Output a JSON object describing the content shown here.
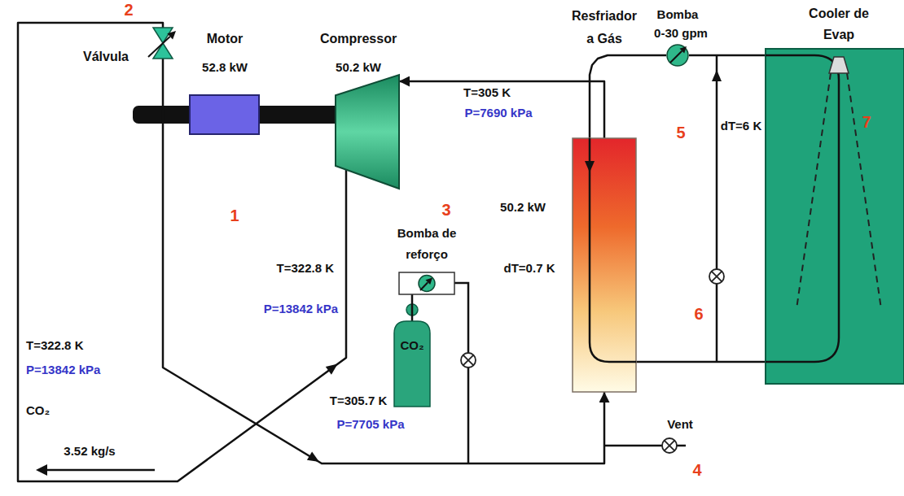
{
  "diagram": {
    "nodes": [
      {
        "text": [
          "Válvula"
        ]
      },
      {
        "text": [
          "Motor",
          "52.8 kW"
        ]
      },
      {
        "text": [
          "Compressor",
          "50.2 kW"
        ]
      },
      {
        "text": [
          "Resfriador a Gás"
        ]
      },
      {
        "text": [
          "Bomba",
          "0-30 gpm"
        ]
      },
      {
        "text": [
          "Cooler de Evap"
        ]
      },
      {
        "text": [
          "Bomba de reforço"
        ]
      },
      {
        "text": [
          "CO₂"
        ]
      }
    ],
    "edges": [
      {
        "from": 1,
        "to": 2,
        "arrow": "none"
      },
      {
        "from": 3,
        "to": 2,
        "arrow": "to"
      },
      {
        "from": 2,
        "to": 0,
        "arrow": "none"
      },
      {
        "from": 0,
        "to": 3,
        "arrow": "to"
      },
      {
        "from": 3,
        "to": 4,
        "arrow": "none"
      },
      {
        "from": 4,
        "to": 5,
        "arrow": "none"
      },
      {
        "from": 5,
        "to": 3,
        "arrow": "none"
      },
      {
        "from": 6,
        "to": 7,
        "arrow": "none"
      }
    ],
    "labels": [
      "2",
      "1",
      "3",
      "T=305 K",
      "P=7690 kPa",
      "50.2 kW",
      "dT=0.7 K",
      "T=322.8 K",
      "P=13842 kPa",
      "T=322.8 K",
      "P=13842 kPa",
      "CO₂",
      "3.52 kg/s",
      "T=305.7 K",
      "P=7705 kPa",
      "Vent",
      "4",
      "5",
      "6",
      "dT=6 K",
      "7"
    ]
  }
}
